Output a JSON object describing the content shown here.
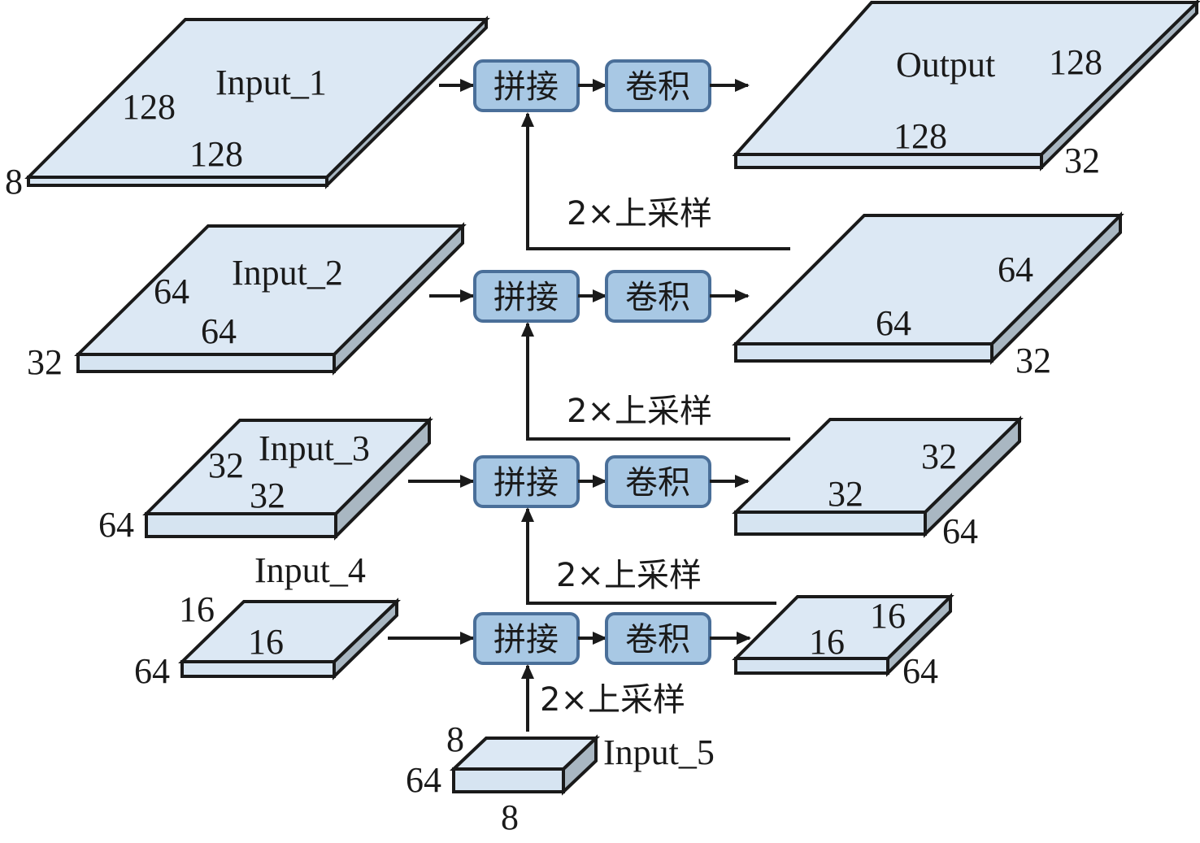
{
  "diagram": {
    "inputs": [
      {
        "name": "Input_1",
        "height": "128",
        "width": "128",
        "channels": "8"
      },
      {
        "name": "Input_2",
        "height": "64",
        "width": "64",
        "channels": "32"
      },
      {
        "name": "Input_3",
        "height": "32",
        "width": "32",
        "channels": "64"
      },
      {
        "name": "Input_4",
        "height": "16",
        "width": "16",
        "channels": "64"
      },
      {
        "name": "Input_5",
        "height": "8",
        "width": "8",
        "channels": "64"
      }
    ],
    "outputs": [
      {
        "name": "Output",
        "height": "128",
        "width": "128",
        "channels": "32"
      },
      {
        "name": "",
        "height": "64",
        "width": "64",
        "channels": "32"
      },
      {
        "name": "",
        "height": "32",
        "width": "32",
        "channels": "64"
      },
      {
        "name": "",
        "height": "16",
        "width": "16",
        "channels": "64"
      }
    ],
    "operations": {
      "concat": "拼接",
      "conv": "卷积",
      "upsample": "2×上采样"
    },
    "colors": {
      "block_top": "#dce8f4",
      "block_side": "#a9b7c2",
      "op_fill": "#a8c8e4",
      "op_border": "#4a6f99",
      "stroke": "#1a1a1a"
    }
  }
}
